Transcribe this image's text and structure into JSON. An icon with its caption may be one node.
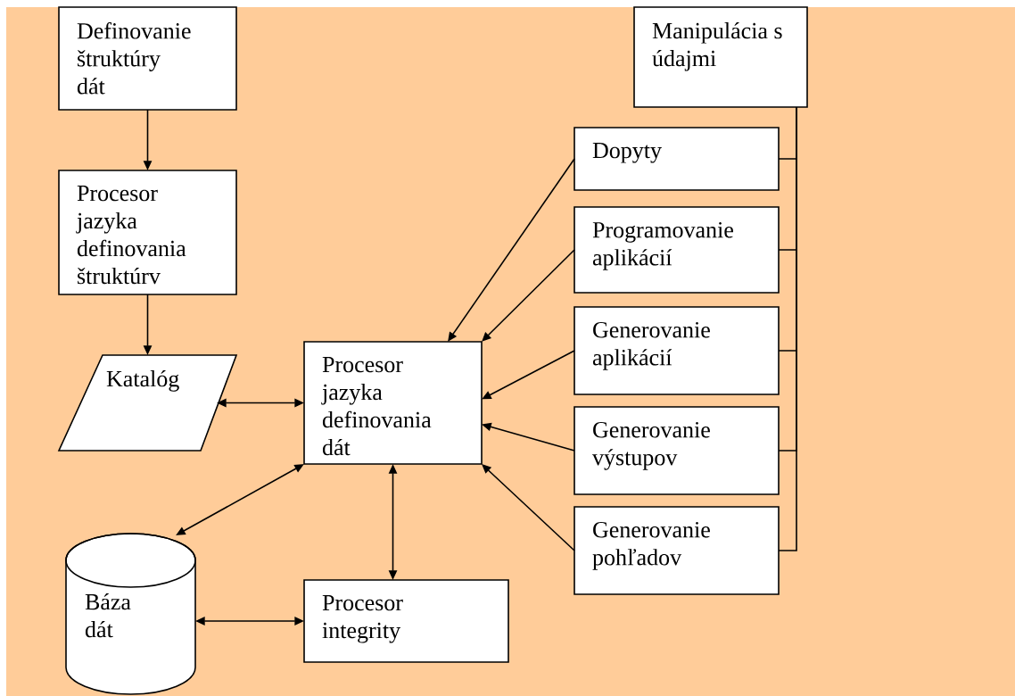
{
  "diagram": {
    "nodes": [
      {
        "text": [
          "Definovanie štruktúry dát"
        ]
      },
      {
        "text": [
          "Procesor jazyka definovania štruktúrv"
        ]
      },
      {
        "text": [
          "Katalóg"
        ]
      },
      {
        "text": [
          "Procesor jazyka definovania dát"
        ]
      },
      {
        "text": [
          "Báza dát"
        ]
      },
      {
        "text": [
          "Procesor integrity"
        ]
      },
      {
        "text": [
          "Manipulácia s údajmi"
        ]
      },
      {
        "text": [
          "Dopyty"
        ]
      },
      {
        "text": [
          "Programovanie aplikácií"
        ]
      },
      {
        "text": [
          "Generovanie aplikácií"
        ]
      },
      {
        "text": [
          "Generovanie výstupov"
        ]
      },
      {
        "text": [
          "Generovanie pohľadov"
        ]
      }
    ],
    "edges": [
      {
        "from": 0,
        "to": 1,
        "arrow": "to"
      },
      {
        "from": 1,
        "to": 2,
        "arrow": "to"
      },
      {
        "from": 2,
        "to": 3,
        "arrow": "both"
      },
      {
        "from": 3,
        "to": 4,
        "arrow": "both"
      },
      {
        "from": 3,
        "to": 5,
        "arrow": "both"
      },
      {
        "from": 4,
        "to": 5,
        "arrow": "both"
      },
      {
        "from": 7,
        "to": 3,
        "arrow": "to"
      },
      {
        "from": 8,
        "to": 3,
        "arrow": "to"
      },
      {
        "from": 9,
        "to": 3,
        "arrow": "to"
      },
      {
        "from": 10,
        "to": 3,
        "arrow": "to"
      },
      {
        "from": 11,
        "to": 3,
        "arrow": "to"
      },
      {
        "from": 6,
        "to": 7,
        "arrow": "none"
      },
      {
        "from": 6,
        "to": 8,
        "arrow": "none"
      },
      {
        "from": 6,
        "to": 9,
        "arrow": "none"
      },
      {
        "from": 6,
        "to": 10,
        "arrow": "none"
      },
      {
        "from": 6,
        "to": 11,
        "arrow": "none"
      }
    ]
  }
}
